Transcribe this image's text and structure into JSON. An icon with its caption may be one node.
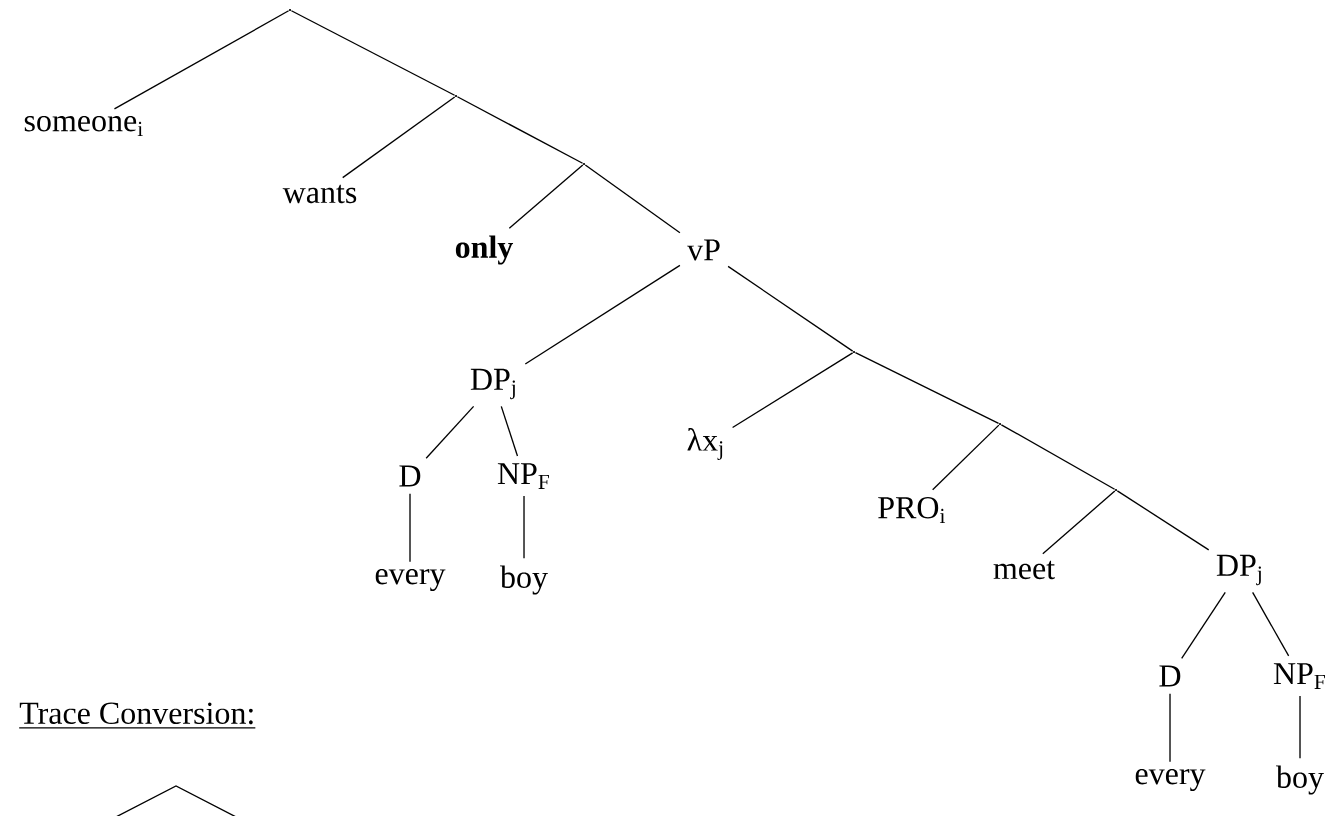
{
  "diagram": {
    "nodes": [
      {
        "text": [],
        "shape": "point"
      },
      {
        "text": [
          "someone$_{i}$"
        ]
      },
      {
        "text": [],
        "shape": "point"
      },
      {
        "text": [
          "wants"
        ]
      },
      {
        "text": [],
        "shape": "point"
      },
      {
        "text": [
          "only"
        ]
      },
      {
        "text": [
          "vP"
        ]
      },
      {
        "text": [
          "DP$_{j}$"
        ]
      },
      {
        "text": [
          "D"
        ]
      },
      {
        "text": [
          "NP$_{F}$"
        ]
      },
      {
        "text": [
          "every"
        ]
      },
      {
        "text": [
          "boy"
        ]
      },
      {
        "text": [],
        "shape": "point"
      },
      {
        "text": [
          "λx$_{j}$"
        ]
      },
      {
        "text": [],
        "shape": "point"
      },
      {
        "text": [
          "PRO$_{i}$"
        ]
      },
      {
        "text": [],
        "shape": "point"
      },
      {
        "text": [
          "meet"
        ]
      },
      {
        "text": [
          "DP$_{j}$"
        ]
      },
      {
        "text": [
          "D"
        ]
      },
      {
        "text": [
          "NP$_{F}$"
        ]
      },
      {
        "text": [
          "every"
        ]
      },
      {
        "text": [
          "boy"
        ]
      }
    ],
    "edges": [
      {
        "from": 0,
        "to": 1,
        "arrow": "none"
      },
      {
        "from": 0,
        "to": 2,
        "arrow": "none"
      },
      {
        "from": 2,
        "to": 3,
        "arrow": "none"
      },
      {
        "from": 2,
        "to": 4,
        "arrow": "none"
      },
      {
        "from": 4,
        "to": 5,
        "arrow": "none"
      },
      {
        "from": 4,
        "to": 6,
        "arrow": "none"
      },
      {
        "from": 6,
        "to": 7,
        "arrow": "none"
      },
      {
        "from": 6,
        "to": 12,
        "arrow": "none"
      },
      {
        "from": 7,
        "to": 8,
        "arrow": "none"
      },
      {
        "from": 7,
        "to": 9,
        "arrow": "none"
      },
      {
        "from": 8,
        "to": 10,
        "arrow": "none"
      },
      {
        "from": 9,
        "to": 11,
        "arrow": "none"
      },
      {
        "from": 12,
        "to": 13,
        "arrow": "none"
      },
      {
        "from": 12,
        "to": 14,
        "arrow": "none"
      },
      {
        "from": 14,
        "to": 15,
        "arrow": "none"
      },
      {
        "from": 14,
        "to": 16,
        "arrow": "none"
      },
      {
        "from": 16,
        "to": 17,
        "arrow": "none"
      },
      {
        "from": 16,
        "to": 18,
        "arrow": "none"
      },
      {
        "from": 18,
        "to": 19,
        "arrow": "none"
      },
      {
        "from": 18,
        "to": 20,
        "arrow": "none"
      },
      {
        "from": 19,
        "to": 21,
        "arrow": "none"
      },
      {
        "from": 20,
        "to": 22,
        "arrow": "none"
      }
    ],
    "labels": [
      "Trace Conversion:"
    ]
  }
}
